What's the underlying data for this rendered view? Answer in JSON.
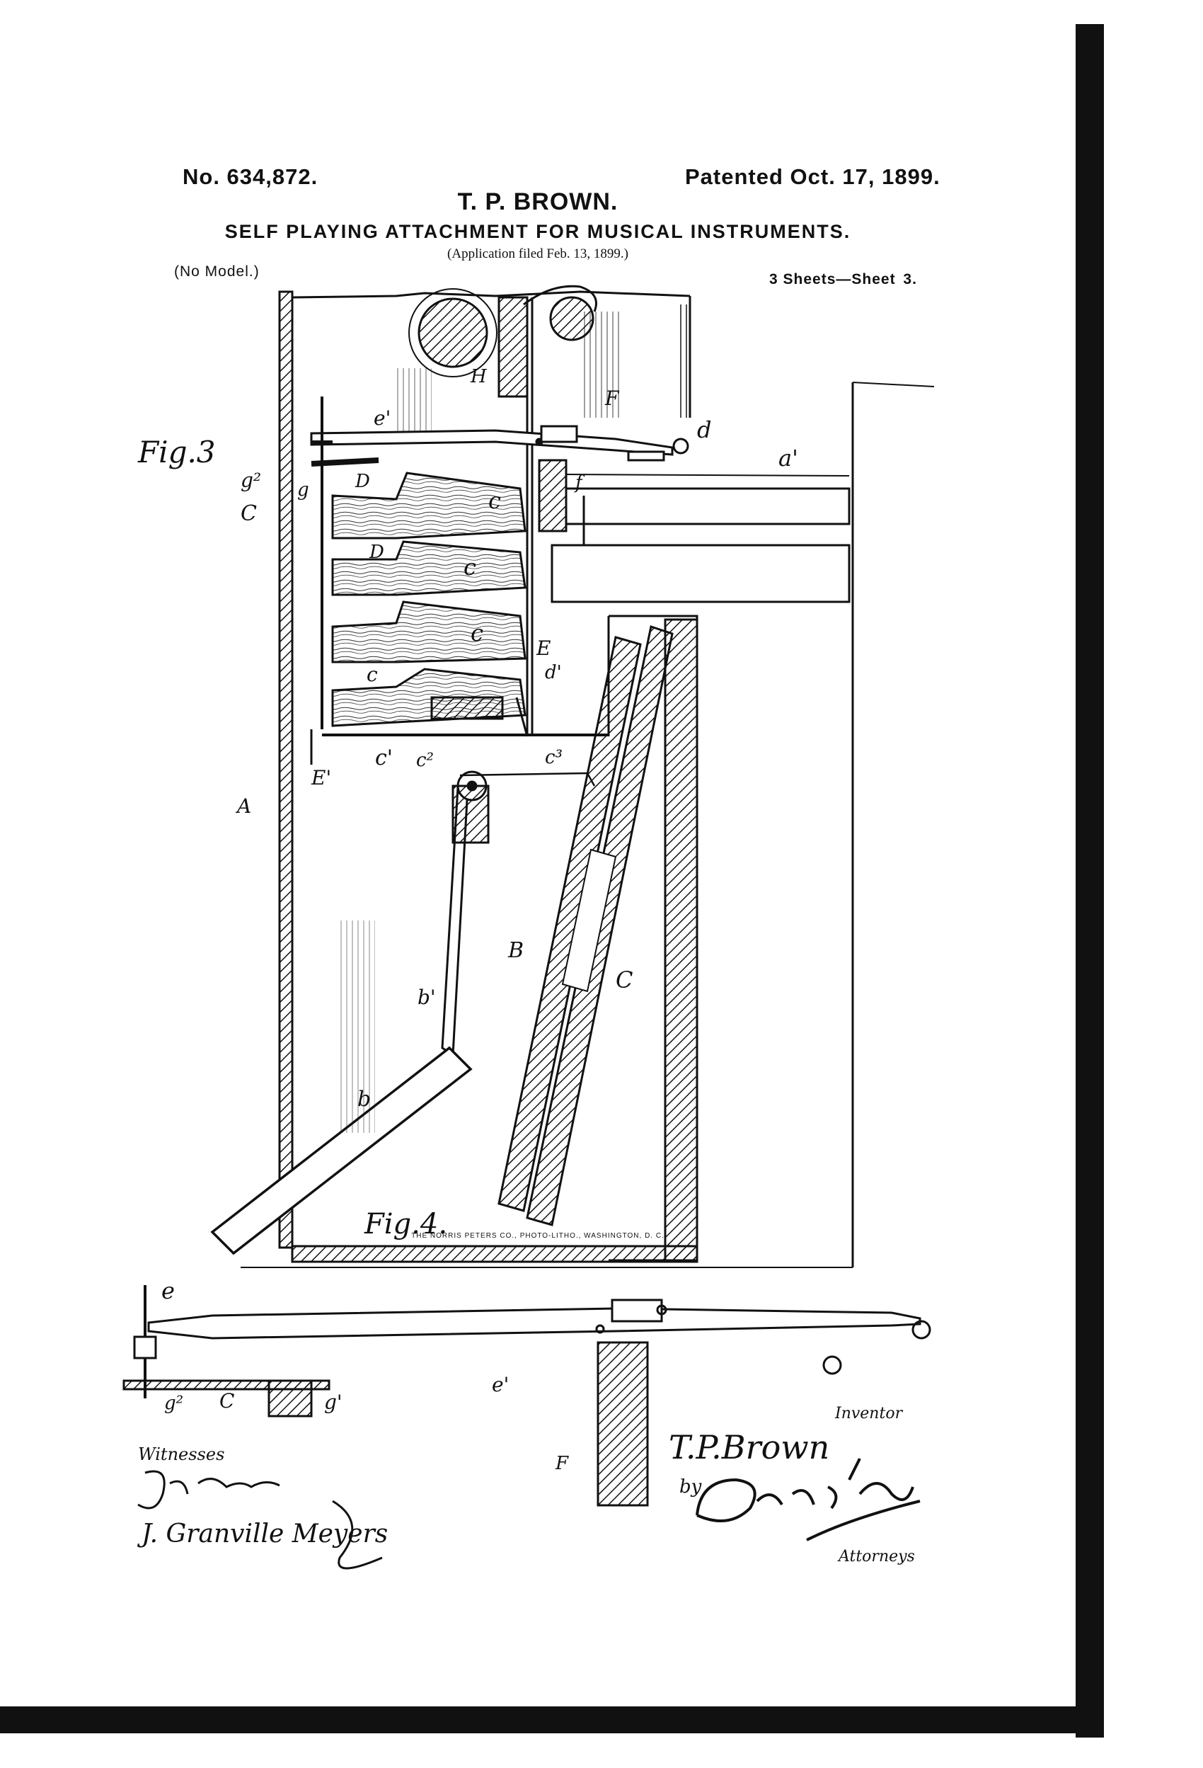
{
  "header": {
    "patent_number": "No. 634,872.",
    "patent_date": "Patented Oct. 17, 1899.",
    "inventor_name": "T. P. BROWN.",
    "title": "SELF PLAYING ATTACHMENT FOR MUSICAL INSTRUMENTS.",
    "application": "(Application filed Feb. 13, 1899.)",
    "model": "(No Model.)",
    "sheets": "3 Sheets—Sheet",
    "sheet_number": "3."
  },
  "figures": {
    "fig3": "Fig.3",
    "fig4": "Fig.4."
  },
  "reference_labels": {
    "e_prime_top": "e'",
    "F_top": "F",
    "d": "d",
    "a_prime": "a'",
    "H": "H",
    "g2": "g²",
    "g": "g",
    "C_left": "C",
    "D_1": "D",
    "c_1": "c",
    "f": "f",
    "D_2": "D",
    "c_2": "c",
    "c_3": "c",
    "E_upper": "E",
    "d_prime": "d'",
    "c_lower": "c",
    "c_prime": "c'",
    "c2": "c²",
    "c3": "c³",
    "E_prime": "E'",
    "A": "A",
    "B": "B",
    "C_case": "C",
    "b_prime": "b'",
    "b": "b",
    "e_fig4": "e",
    "e_prime_fig4": "e'",
    "g2_fig4": "g²",
    "C_fig4": "C",
    "g_prime_fig4": "g'",
    "F_fig4": "F"
  },
  "signatures": {
    "witnesses_label": "Witnesses",
    "witness_2": "J. Granville Meyers",
    "inventor_label": "Inventor",
    "inventor_signature": "T.P.Brown",
    "by": "by",
    "attorneys_label": "Attorneys"
  },
  "footer": {
    "printer": "THE NORRIS PETERS CO., PHOTO-LITHO., WASHINGTON, D. C."
  }
}
